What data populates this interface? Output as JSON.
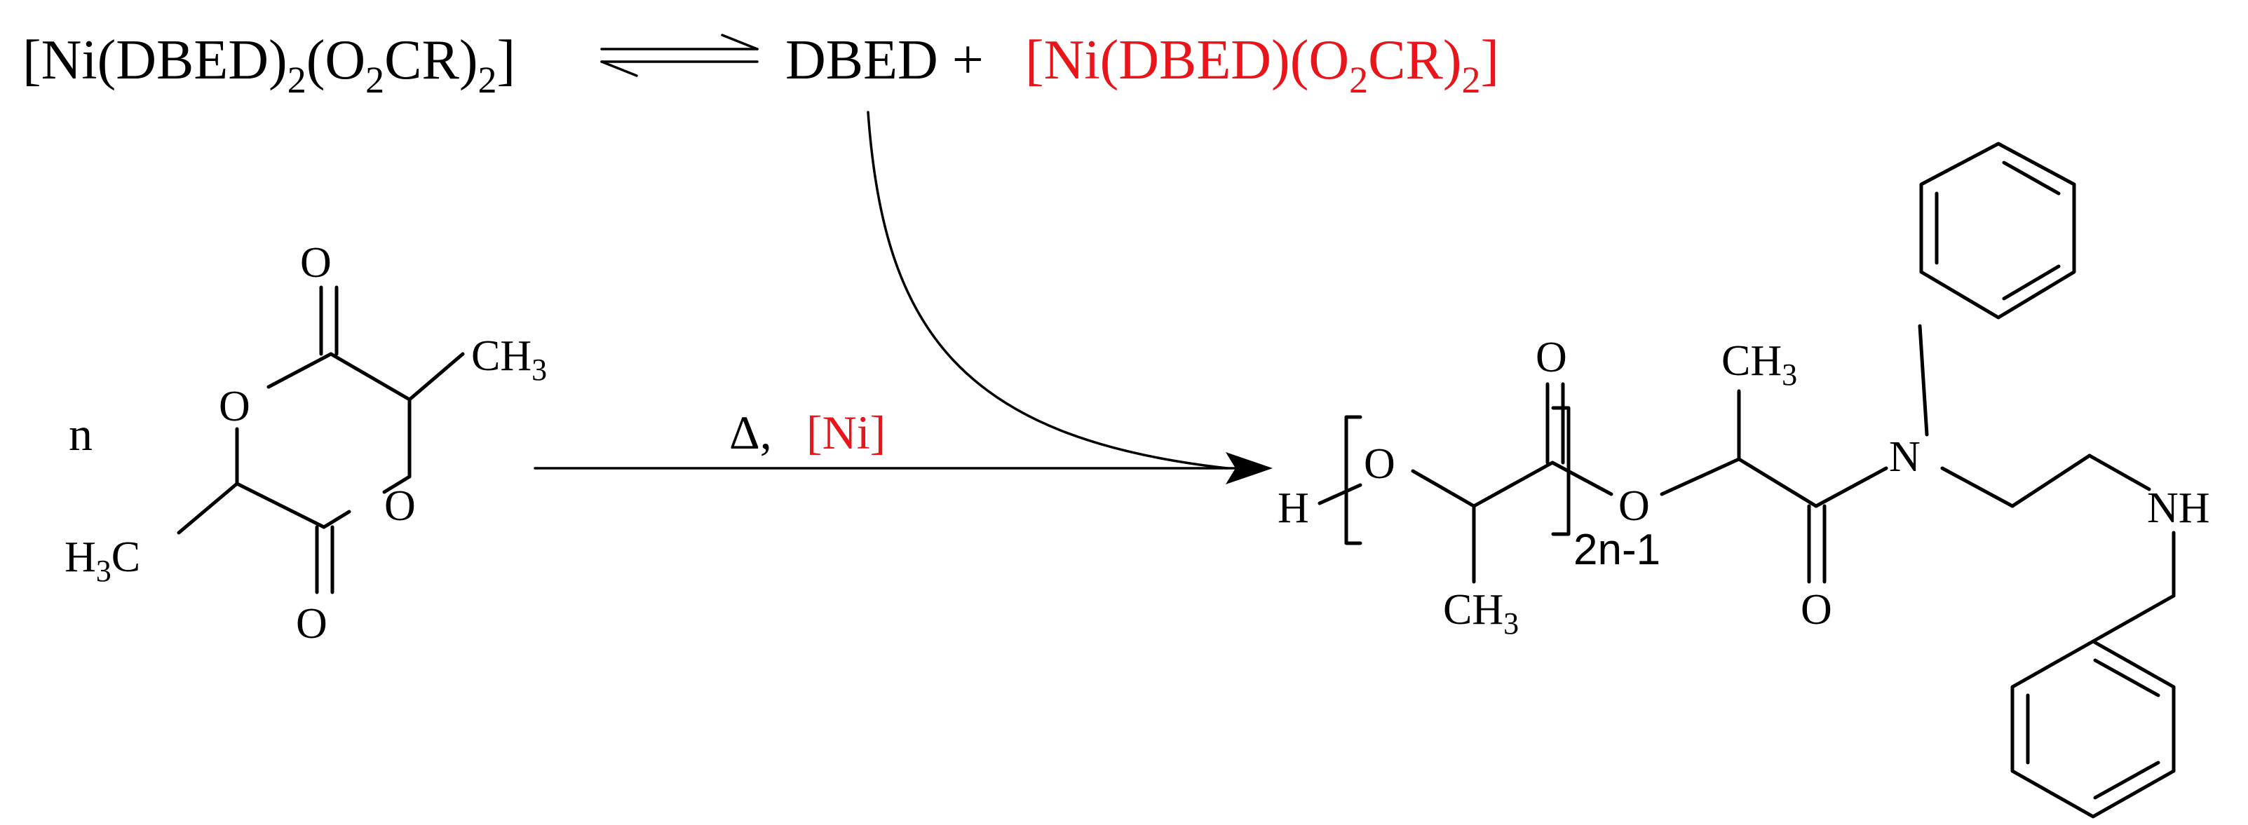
{
  "equilibrium": {
    "complex_left": {
      "open": "[Ni(DBED)",
      "sub1": "2",
      "mid": "(O",
      "sub2": "2",
      "tail": "CR)",
      "sub3": "2",
      "close": "]"
    },
    "free_ligand": "DBED +",
    "complex_right": {
      "open": "[Ni(DBED)(O",
      "sub1": "2",
      "tail": "CR)",
      "sub2": "2",
      "close": "]"
    }
  },
  "reactant": {
    "coefficient": "n",
    "o_carbonyl_top": "O",
    "o_carbonyl_bottom": "O",
    "o_ring_left": "O",
    "o_ring_right": "O",
    "methyl_right": "CH",
    "methyl_right_sub": "3",
    "methyl_left_h": "H",
    "methyl_left_sub": "3",
    "methyl_left_c": "C"
  },
  "conditions": {
    "heat": "Δ,",
    "catalyst": "[Ni]"
  },
  "product": {
    "end_h": "H",
    "o_chain": "O",
    "o_carbonyl": "O",
    "o_ester": "O",
    "methyl_bottom": "CH",
    "methyl_bottom_sub": "3",
    "repeat_subscript": "2n-1",
    "methyl_top": "CH",
    "methyl_top_sub": "3",
    "o_amide": "O",
    "amide_n": "N",
    "amine_nh": "NH"
  },
  "colors": {
    "highlight": "#e8151b",
    "text": "#000000"
  }
}
